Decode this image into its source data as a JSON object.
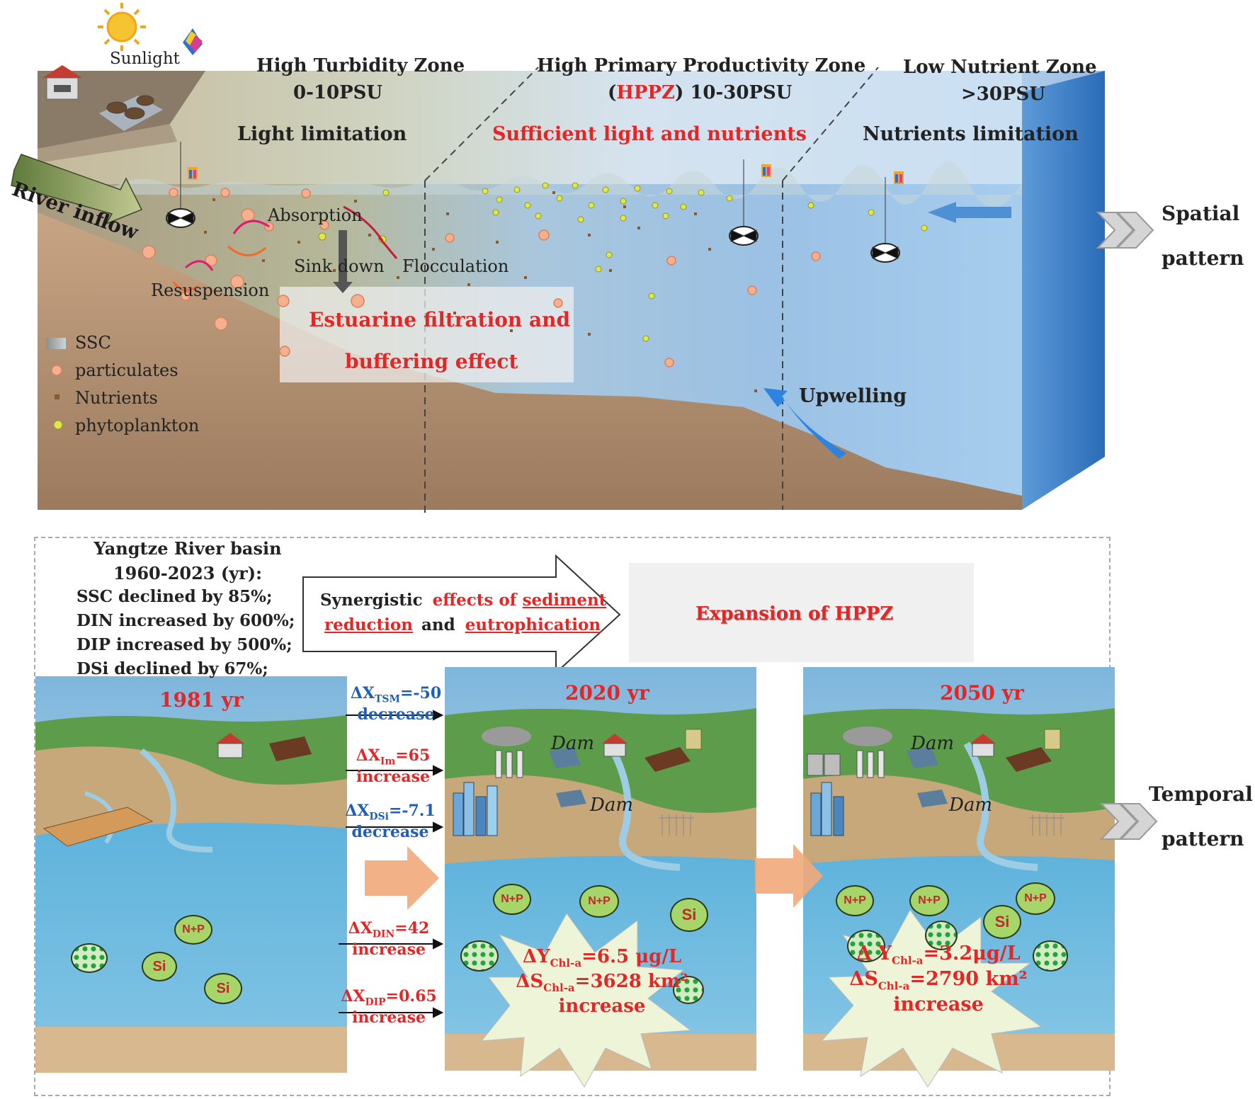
{
  "spatial": {
    "sunlight": "Sunlight",
    "zones": [
      {
        "name": "High Turbidity Zone",
        "salinity": "0-10PSU",
        "condition": "Light limitation"
      },
      {
        "name": "High Primary Productivity Zone",
        "abbr": "HPPZ",
        "salinity": "10-30PSU",
        "condition": "Sufficient light and nutrients"
      },
      {
        "name": "Low Nutrient Zone",
        "salinity": ">30PSU",
        "condition": "Nutrients limitation"
      }
    ],
    "processes": {
      "river_inflow": "River inflow",
      "absorption": "Absorption",
      "sink_down": "Sink  down",
      "flocculation": "Flocculation",
      "resuspension": "Resuspension",
      "upwelling": "Upwelling",
      "filtration_line1": "Estuarine filtration and",
      "filtration_line2": "buffering  effect"
    },
    "legend": [
      "SSC",
      "particulates",
      "Nutrients",
      "phytoplankton"
    ],
    "side_label": [
      "Spatial",
      "pattern"
    ]
  },
  "temporal": {
    "basin_title": [
      "Yangtze River basin",
      "1960-2023 (yr):"
    ],
    "changes": [
      "SSC declined by 85%;",
      "DIN increased by 600%;",
      "DIP increased by 500%;",
      "DSi declined by 67%;"
    ],
    "synergy": {
      "prefix": "Synergistic",
      "effects": "effects of",
      "sediment": "sediment",
      "reduction": "reduction",
      "and": "and",
      "eutrophication": "eutrophication"
    },
    "expansion": "Expansion of HPPZ",
    "years": [
      "1981 yr",
      "2020 yr",
      "2050 yr"
    ],
    "dam": "Dam",
    "deltas": [
      {
        "sym": "ΔX",
        "sub": "TSM",
        "val": "=-50",
        "dir": "decrease",
        "color": "#1f5fb5"
      },
      {
        "sym": "ΔX",
        "sub": "Im",
        "val": "=65",
        "dir": "increase",
        "color": "#e32626"
      },
      {
        "sym": "ΔX",
        "sub": "DSi",
        "val": "=-7.1",
        "dir": "decrease",
        "color": "#1f5fb5"
      },
      {
        "sym": "ΔX",
        "sub": "DIN",
        "val": "=42",
        "dir": "increase",
        "color": "#e32626"
      },
      {
        "sym": "ΔX",
        "sub": "DIP",
        "val": "=0.65",
        "dir": "increase",
        "color": "#e32626"
      }
    ],
    "bubbles": {
      "np": "N+P",
      "si": "Si"
    },
    "burst_2020": {
      "y_sym": "ΔY",
      "y_sub": "Chl-a",
      "y_val": "=6.5 μg/L",
      "s_sym": "ΔS",
      "s_sub": "Chl-a",
      "s_val": "=3628 km²",
      "dir": "increase"
    },
    "burst_2050": {
      "y_sym": "Δ Y",
      "y_sub": "Chl-a",
      "y_val": "=3.2μg/L",
      "s_sym": "ΔS",
      "s_sub": "Chl-a",
      "s_val": "=2790 km²",
      "dir": "increase"
    },
    "side_label": [
      "Temporal",
      "pattern"
    ]
  }
}
